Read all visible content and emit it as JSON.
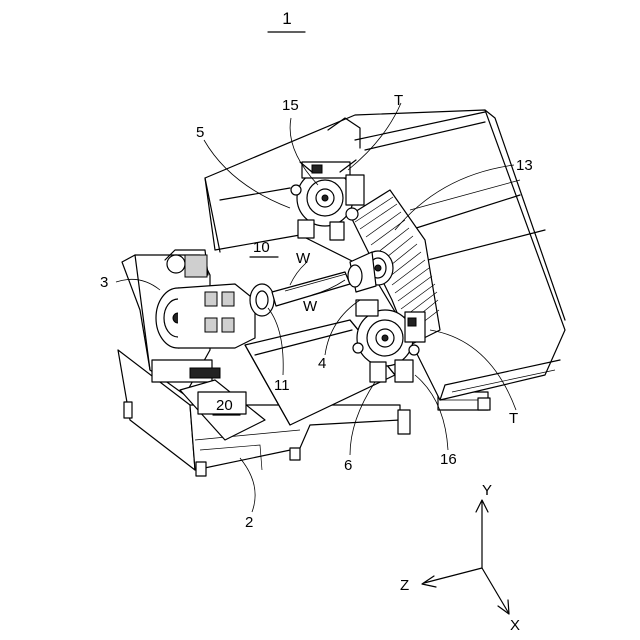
{
  "figure": {
    "number": "1"
  },
  "labels": {
    "ref_15": "15",
    "ref_t_top": "T",
    "ref_5": "5",
    "ref_13": "13",
    "ref_10": "10",
    "ref_w_upper": "W",
    "ref_3": "3",
    "ref_w_lower": "W",
    "ref_4": "4",
    "ref_11": "11",
    "ref_20": "20",
    "ref_t_bottom": "T",
    "ref_6": "6",
    "ref_16": "16",
    "ref_2": "2"
  },
  "axes": {
    "y": "Y",
    "z": "Z",
    "x": "X"
  }
}
